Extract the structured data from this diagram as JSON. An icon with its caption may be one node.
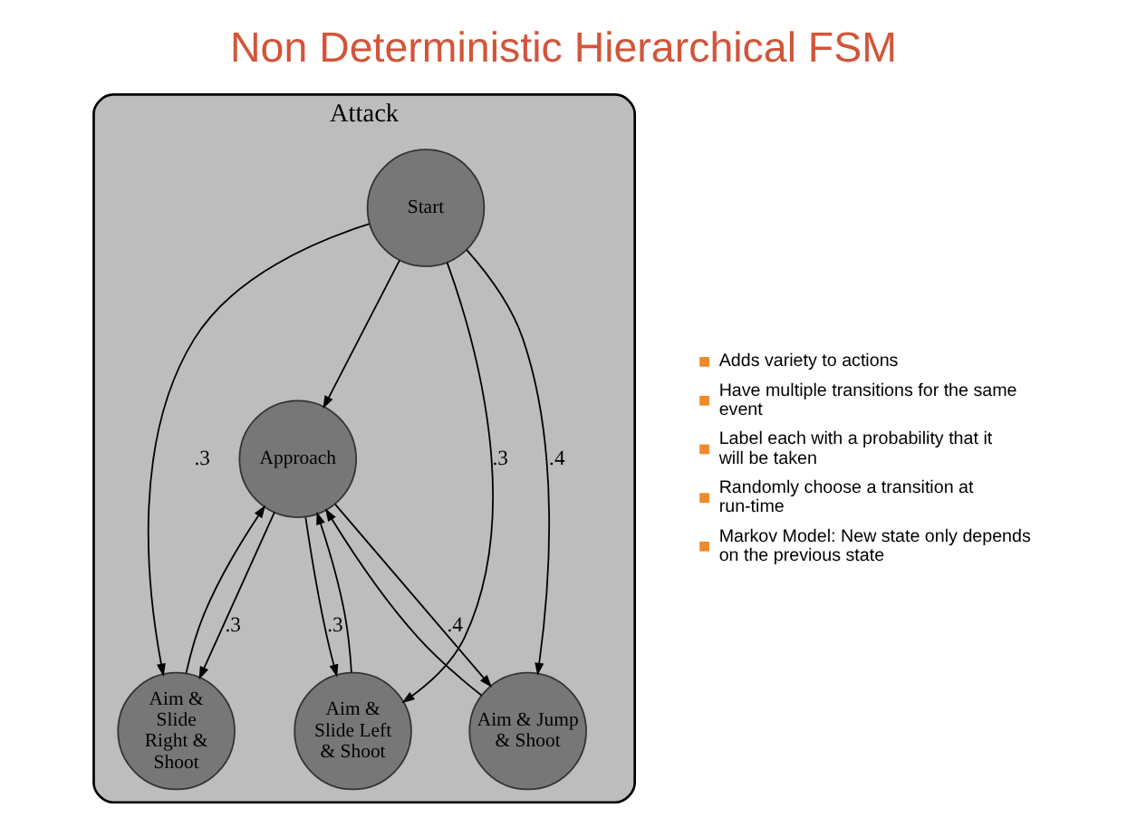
{
  "diagram": {
    "title": "Non Deterministic Hierarchical FSM",
    "nodes": [
      {
        "text": [
          "Attack"
        ]
      },
      {
        "text": [
          "Approach"
        ],
        "in": 0
      },
      {
        "text": [
          "Aim & Slide Right & Shoot"
        ],
        "in": 0
      },
      {
        "text": [
          "Aim & Slide Left & Shoot"
        ],
        "in": 0
      },
      {
        "text": [
          "Aim & Jump & Shoot"
        ],
        "in": 0
      },
      {
        "text": [
          "Start"
        ],
        "in": 0
      }
    ],
    "edges": [
      {
        "from": 5,
        "to": 1,
        "arrow": "to"
      },
      {
        "from": 5,
        "to": 2,
        "arrow": "to",
        "label": ".3"
      },
      {
        "from": 5,
        "to": 3,
        "arrow": "to",
        "label": ".3"
      },
      {
        "from": 5,
        "to": 4,
        "arrow": "to",
        "label": ".4"
      },
      {
        "from": 1,
        "to": 2,
        "arrow": "to",
        "label": ".3"
      },
      {
        "from": 2,
        "to": 1,
        "arrow": "to"
      },
      {
        "from": 1,
        "to": 3,
        "arrow": "to",
        "label": ".3"
      },
      {
        "from": 3,
        "to": 1,
        "arrow": "to"
      },
      {
        "from": 1,
        "to": 4,
        "arrow": "to",
        "label": ".4"
      },
      {
        "from": 4,
        "to": 1,
        "arrow": "to"
      }
    ],
    "labels": [
      "Adds variety to actions",
      "Have multiple transitions for the same event",
      "Label each with a probability that it will be taken",
      "Randomly choose a transition at run-time",
      "Markov Model: New state only depends on the previous state"
    ]
  }
}
